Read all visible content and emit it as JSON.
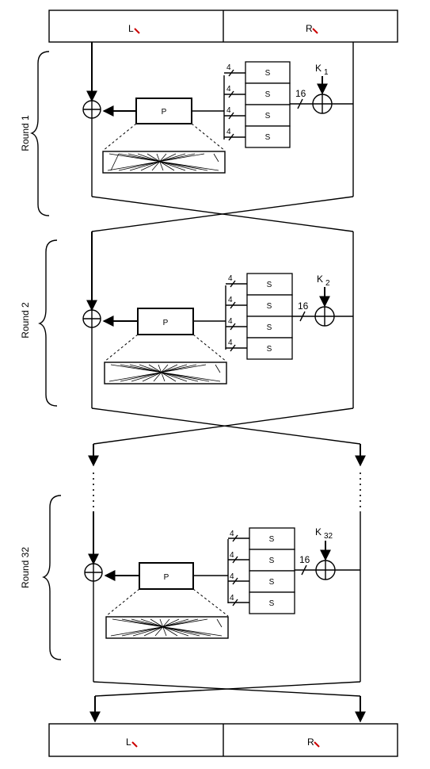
{
  "top_block": {
    "left_label": "L",
    "right_label": "R"
  },
  "bottom_block": {
    "left_label": "L",
    "right_label": "R"
  },
  "rounds": [
    {
      "label": "Round 1",
      "key": "K",
      "key_sub": "1",
      "bits": "16",
      "sbox_bits": [
        "4",
        "4",
        "4",
        "4"
      ],
      "sboxes": [
        "S",
        "S",
        "S",
        "S"
      ],
      "perm": "P"
    },
    {
      "label": "Round 2",
      "key": "K",
      "key_sub": "2",
      "bits": "16",
      "sbox_bits": [
        "4",
        "4",
        "4",
        "4"
      ],
      "sboxes": [
        "S",
        "S",
        "S",
        "S"
      ],
      "perm": "P"
    },
    {
      "label": "Round 32",
      "key": "K",
      "key_sub": "32",
      "bits": "16",
      "sbox_bits": [
        "4",
        "4",
        "4",
        "4"
      ],
      "sboxes": [
        "S",
        "S",
        "S",
        "S"
      ],
      "perm": "P"
    }
  ],
  "colors": {
    "line": "#000000",
    "accent": "#cc0000",
    "background": "#ffffff"
  }
}
